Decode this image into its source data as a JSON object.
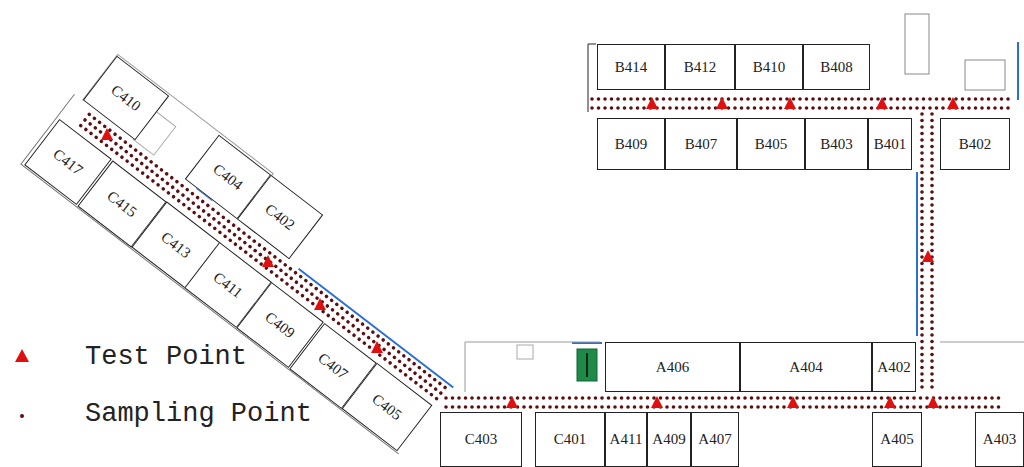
{
  "diagram": {
    "nodes": [
      {
        "text": [
          "C410"
        ]
      },
      {
        "text": [
          "C417"
        ]
      },
      {
        "text": [
          "C415"
        ]
      },
      {
        "text": [
          "C404"
        ]
      },
      {
        "text": [
          "C402"
        ]
      },
      {
        "text": [
          "C413"
        ]
      },
      {
        "text": [
          "C411"
        ]
      },
      {
        "text": [
          "C409"
        ]
      },
      {
        "text": [
          "C407"
        ]
      },
      {
        "text": [
          "C405"
        ]
      },
      {
        "text": [
          "B414"
        ]
      },
      {
        "text": [
          "B412"
        ]
      },
      {
        "text": [
          "B410"
        ]
      },
      {
        "text": [
          "B408"
        ]
      },
      {
        "text": [
          "B409"
        ]
      },
      {
        "text": [
          "B407"
        ]
      },
      {
        "text": [
          "B405"
        ]
      },
      {
        "text": [
          "B403"
        ]
      },
      {
        "text": [
          "B401"
        ]
      },
      {
        "text": [
          "B402"
        ]
      },
      {
        "text": [
          "A406"
        ]
      },
      {
        "text": [
          "A404"
        ]
      },
      {
        "text": [
          "A402"
        ]
      },
      {
        "text": [
          "C403"
        ]
      },
      {
        "text": [
          "C401"
        ]
      },
      {
        "text": [
          "A411"
        ]
      },
      {
        "text": [
          "A409"
        ]
      },
      {
        "text": [
          "A407"
        ]
      },
      {
        "text": [
          "A405"
        ]
      },
      {
        "text": [
          "A403"
        ]
      }
    ],
    "legend": [
      {
        "text": "Test Point"
      },
      {
        "text": "Sampling Point"
      }
    ]
  }
}
